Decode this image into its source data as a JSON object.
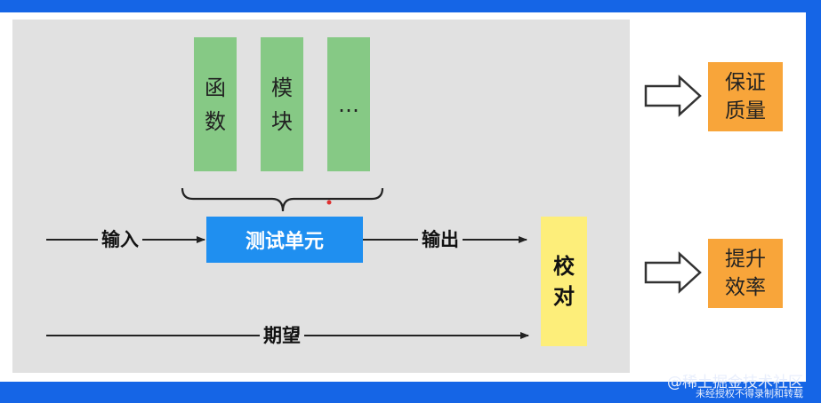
{
  "modules": [
    {
      "label": "函数"
    },
    {
      "label": "模块"
    },
    {
      "label": "…"
    }
  ],
  "unit_test": {
    "label": "测试单元"
  },
  "flows": {
    "input_label": "输入",
    "output_label": "输出",
    "expected_label": "期望"
  },
  "check": {
    "label": "校对"
  },
  "outcomes": [
    {
      "label": "保证质量"
    },
    {
      "label": "提升效率"
    }
  ],
  "watermark": {
    "line1": "@稀土掘金技术社区",
    "line2": "未经授权不得录制和转载"
  },
  "colors": {
    "frame": "#1565e6",
    "panel": "#e1e1e1",
    "module": "#86c985",
    "unit_test": "#1f8ff0",
    "check": "#fdee7a",
    "outcome": "#f8a53a"
  }
}
